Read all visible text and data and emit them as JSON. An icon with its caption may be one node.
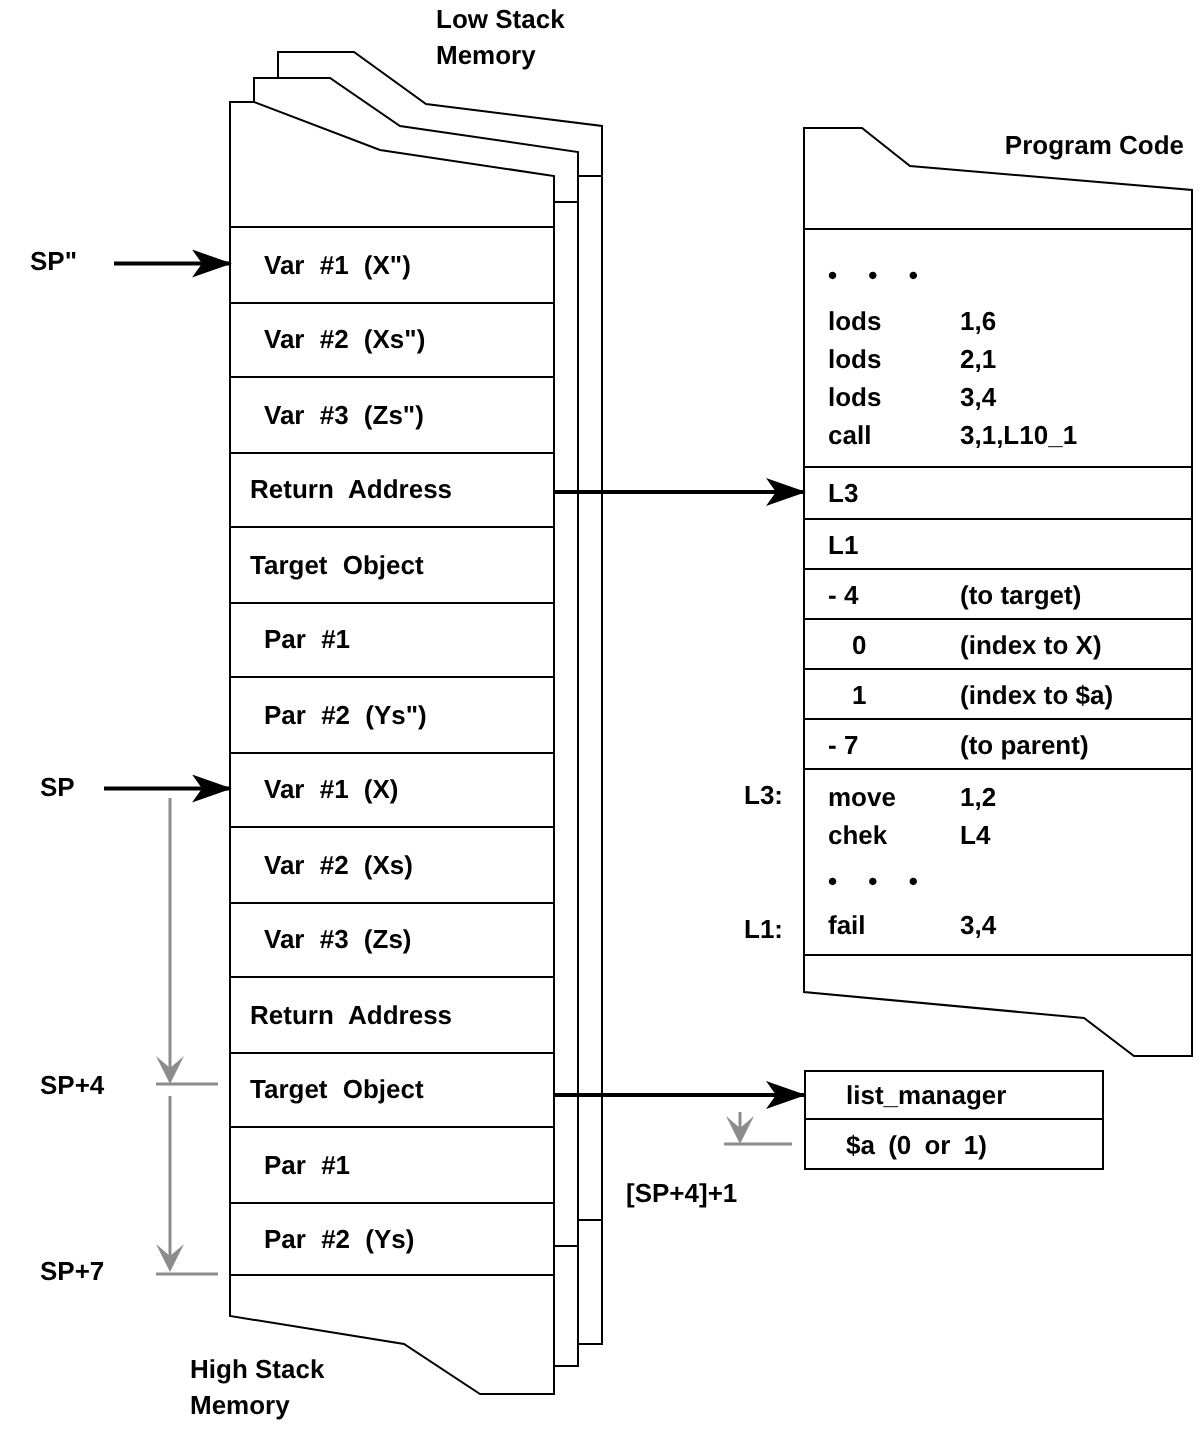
{
  "diagram": {
    "nodes": [
      {
        "text": [],
        "shape": "box",
        "beside": [
          "Low Stack Memory",
          "High Stack Memory"
        ]
      },
      {
        "text": [
          "Var #1 (X\")"
        ],
        "in": 0
      },
      {
        "text": [
          "Var #2 (Xs\")"
        ],
        "in": 0
      },
      {
        "text": [
          "Var #3 (Zs\")"
        ],
        "in": 0
      },
      {
        "text": [
          "Return Address"
        ],
        "in": 0
      },
      {
        "text": [
          "Target Object"
        ],
        "in": 0
      },
      {
        "text": [
          "Par #1"
        ],
        "in": 0
      },
      {
        "text": [
          "Par #2 (Ys\")"
        ],
        "in": 0
      },
      {
        "text": [
          "Var #1 (X)"
        ],
        "in": 0
      },
      {
        "text": [
          "Var #2 (Xs)"
        ],
        "in": 0
      },
      {
        "text": [
          "Var #3 (Zs)"
        ],
        "in": 0
      },
      {
        "text": [
          "Return Address"
        ],
        "in": 0
      },
      {
        "text": [
          "Target Object"
        ],
        "in": 0
      },
      {
        "text": [
          "Par #1"
        ],
        "in": 0
      },
      {
        "text": [
          "Par #2 (Ys)"
        ],
        "in": 0
      },
      {
        "text": [
          "SP\""
        ]
      },
      {
        "text": [
          "SP"
        ]
      },
      {
        "text": [
          "Program Code"
        ]
      },
      {
        "text": [
          "• • •",
          "lods",
          "1,6",
          "lods",
          "2,1",
          "lods",
          "3,4",
          "call",
          "3,1,L10_1"
        ],
        "in": 17
      },
      {
        "text": [
          "L3"
        ],
        "in": 17
      },
      {
        "text": [
          "L1"
        ],
        "in": 17
      },
      {
        "text": [
          "- 4",
          "(to target)"
        ],
        "in": 17
      },
      {
        "text": [
          "0",
          "(index to X)"
        ],
        "in": 17
      },
      {
        "text": [
          "1",
          "(index to $a)"
        ],
        "in": 17
      },
      {
        "text": [
          "- 7",
          "(to parent)"
        ],
        "in": 17
      },
      {
        "text": [
          "move",
          "1,2",
          "chek",
          "L4",
          "• • •",
          "fail",
          "3,4"
        ],
        "in": 17,
        "beside": [
          "L3:",
          "L1:"
        ]
      },
      {
        "text": [
          "list_manager"
        ]
      },
      {
        "text": [
          "$a (0 or 1)"
        ]
      },
      {
        "text": [
          "SP+4"
        ]
      },
      {
        "text": [
          "SP+7"
        ]
      },
      {
        "text": [
          "[SP+4]+1"
        ]
      }
    ],
    "edges": [
      {
        "from": 15,
        "to": 1,
        "arrow": "to"
      },
      {
        "from": 16,
        "to": 8,
        "arrow": "to"
      },
      {
        "from": 4,
        "to": 19,
        "arrow": "to"
      },
      {
        "from": 12,
        "to": 26,
        "arrow": "to"
      }
    ]
  }
}
